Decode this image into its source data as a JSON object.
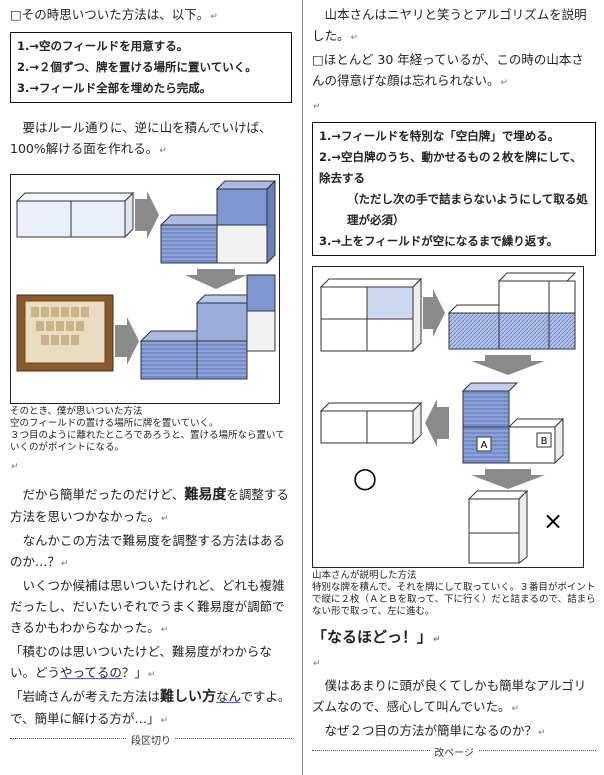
{
  "left": {
    "intro": "□その時思いついた方法は、以下。",
    "method_a": [
      "1.→空のフィールドを用意する。",
      "2.→２個ずつ、牌を置ける場所に置いていく。",
      "3.→フィールド全部を埋めたら完成。"
    ],
    "para1": "　要はルール通りに、逆に山を積んでいけば、100%解ける面を作れる。",
    "caption": [
      "そのとき、僕が思いついた方法",
      "空のフィールドの置ける場所に牌を置いていく。",
      "３つ目のように離れたところであろうと、置ける場所なら置いていくのがポイントになる。"
    ],
    "para2_pre": "　だから簡単だったのだけど、",
    "para2_bold": "難易度",
    "para2_post": "を調整する方法を思いつかなかった。",
    "para3": "　なんかこの方法で難易度を調整する方法はあるのか…？",
    "para4": "　いくつか候補は思いついたけれど、どれも複雑だったし、だいたいそれでうまく難易度が調節できるかもわからなかった。",
    "quote1_pre": "「積むのは思いついたけど、難易度がわからない。どう",
    "quote1_ul": "やってるの",
    "quote1_post": "？」",
    "quote2_pre": "「岩崎さんが考えた方法は",
    "quote2_bold": "難しい方",
    "quote2_ul": "なん",
    "quote2_post": "ですよ。で、簡単に解ける方が…」",
    "section_break": "段区切り"
  },
  "right": {
    "para1": "　山本さんはニヤリと笑うとアルゴリズムを説明した。",
    "para2": "□ほとんど 30 年経っているが、この時の山本さんの得意げな顔は忘れられない。",
    "method_b": [
      "1.→フィールドを特別な「空白牌」で埋める。",
      "2.→空白牌のうち、動かせるもの２枚を牌にして、除去する",
      "（ただし次の手で詰まらないようにして取る処理が必須）",
      "3.→上をフィールドが空になるまで繰り返す。"
    ],
    "tile_a": "A",
    "tile_b": "B",
    "mark_ok": "○",
    "mark_ng": "×",
    "caption": [
      "山本さんが説明した方法",
      "特別な牌を積んで、それを牌にして取っていく。３番目がポイントで縦に２枚（ＡとＢを取って、下に行く）だと詰まるので、詰まらない形で取って、左に進む。"
    ],
    "exclaim": "「なるほどっ！」",
    "para3": "　僕はあまりに頭が良くてしかも簡単なアルゴリズムなので、感心して叫んでいた。",
    "para4": "　なぜ２つ目の方法が簡単になるのか？",
    "page_break": "改ページ"
  },
  "colors": {
    "tile_blue": "#7f96d0",
    "tile_light": "#e8edf8",
    "arrow_gray": "#8a8a8a"
  }
}
